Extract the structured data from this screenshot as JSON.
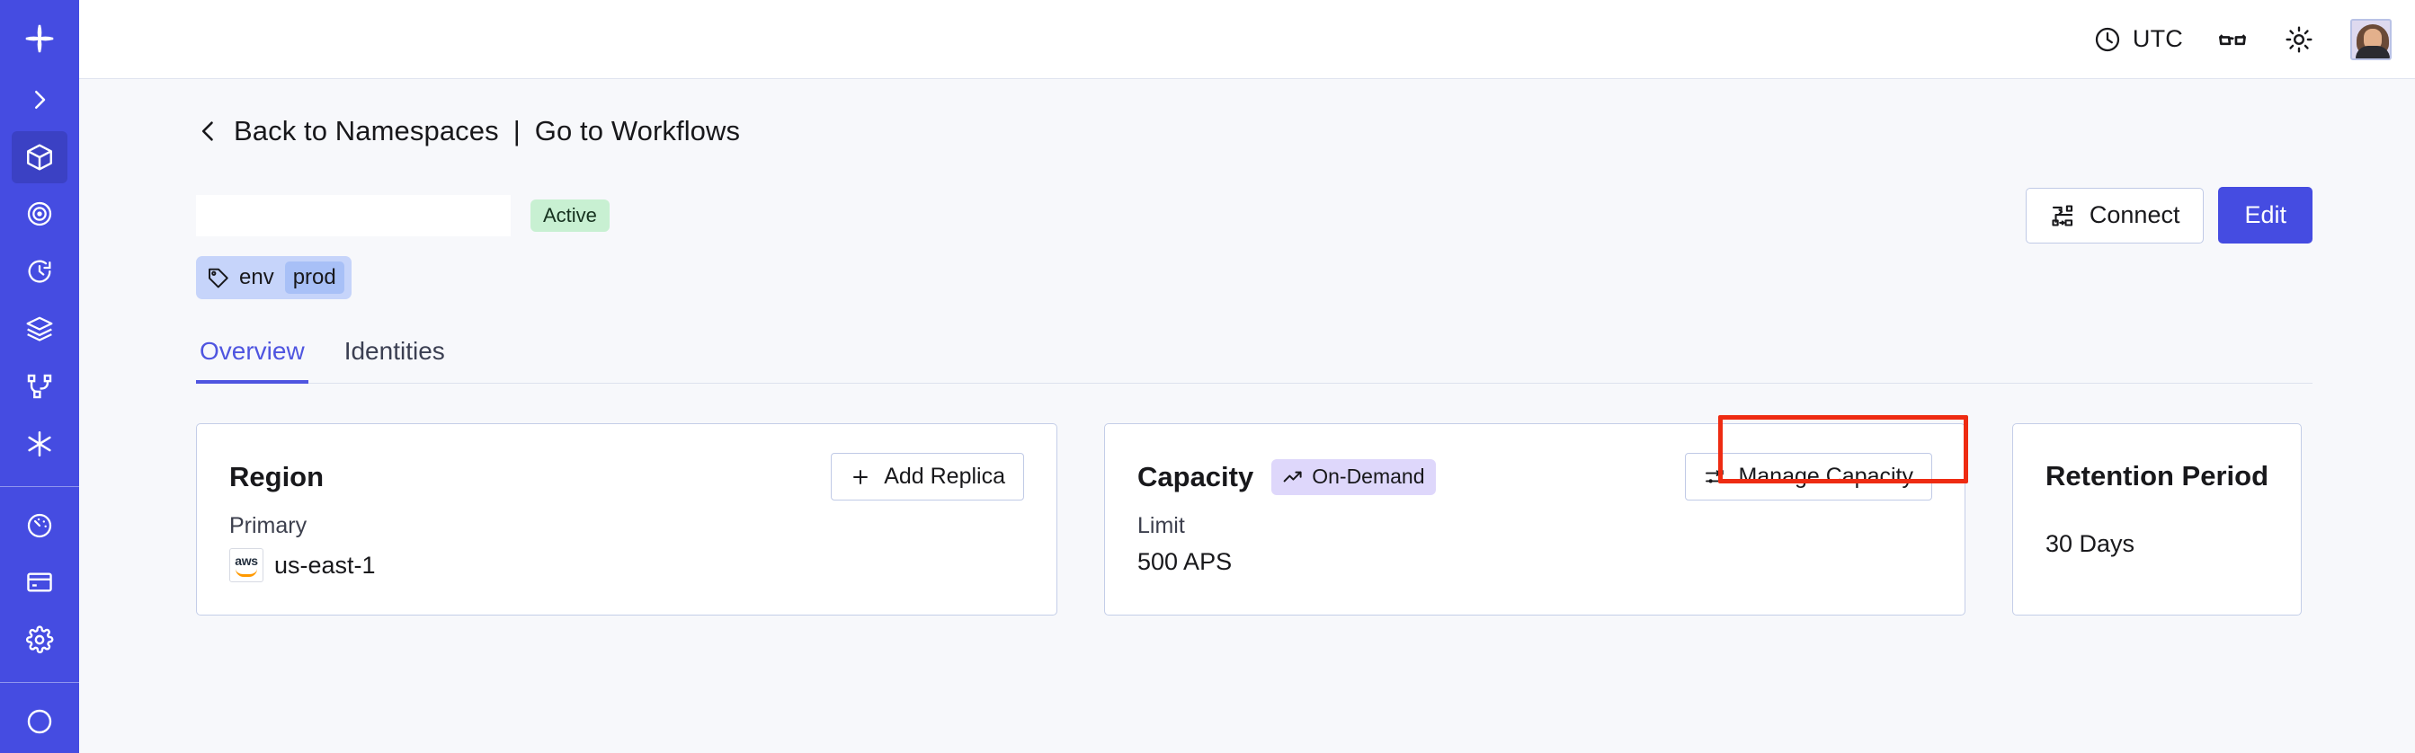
{
  "sidebar": {
    "logo_icon": "temporal-logo-icon",
    "expand_icon": "chevron-right-icon",
    "items": [
      {
        "name": "namespaces",
        "icon": "cube-icon",
        "active": true
      },
      {
        "name": "workflows",
        "icon": "eye-spiral-icon",
        "active": false
      },
      {
        "name": "history",
        "icon": "timer-icon",
        "active": false
      },
      {
        "name": "batch-operations",
        "icon": "layers-icon",
        "active": false
      },
      {
        "name": "schedules",
        "icon": "workflow-branch-icon",
        "active": false
      },
      {
        "name": "nexus",
        "icon": "asterisk-icon",
        "active": false
      }
    ],
    "items_lower": [
      {
        "name": "usage",
        "icon": "gauge-icon",
        "active": false
      },
      {
        "name": "billing",
        "icon": "credit-card-icon",
        "active": false
      },
      {
        "name": "settings",
        "icon": "gear-icon",
        "active": false
      }
    ]
  },
  "topbar": {
    "timezone": "UTC",
    "clock_icon": "clock-icon",
    "glasses_icon": "reading-glasses-icon",
    "theme_icon": "sun-icon",
    "avatar_icon": "user-avatar"
  },
  "breadcrumb": {
    "back_icon": "chevron-left-icon",
    "back_label": "Back to Namespaces",
    "separator": "|",
    "forward_label": "Go to Workflows"
  },
  "header": {
    "namespace_name": "",
    "status_badge": "Active",
    "connect_label": "Connect",
    "connect_icon": "connect-flow-icon",
    "edit_label": "Edit",
    "tag": {
      "icon": "tag-icon",
      "key": "env",
      "value": "prod"
    }
  },
  "tabs": [
    {
      "label": "Overview",
      "selected": true
    },
    {
      "label": "Identities",
      "selected": false
    }
  ],
  "cards": {
    "region": {
      "title": "Region",
      "action_label": "Add Replica",
      "action_icon": "plus-icon",
      "sub_label": "Primary",
      "provider_icon": "aws-logo-icon",
      "value": "us-east-1"
    },
    "capacity": {
      "title": "Capacity",
      "badge_label": "On-Demand",
      "badge_icon": "trending-up-icon",
      "action_label": "Manage Capacity",
      "action_icon": "sliders-icon",
      "sub_label": "Limit",
      "value": "500 APS",
      "highlight_color": "#ee2b12"
    },
    "retention": {
      "title": "Retention Period",
      "value": "30 Days"
    }
  },
  "colors": {
    "sidebar": "#454ce1",
    "sidebar_active": "#3b41c4",
    "accent": "#454ce1",
    "tab_accent": "#4f55e0",
    "page_bg": "#f7f8fb",
    "card_border": "#c4cee8",
    "status_active_bg": "#c8f0d2",
    "badge_ondemand_bg": "#ded7fb",
    "tag_bg": "#c6d4fa",
    "tag_value_bg": "#a8c0f7",
    "highlight": "#ee2b12"
  }
}
